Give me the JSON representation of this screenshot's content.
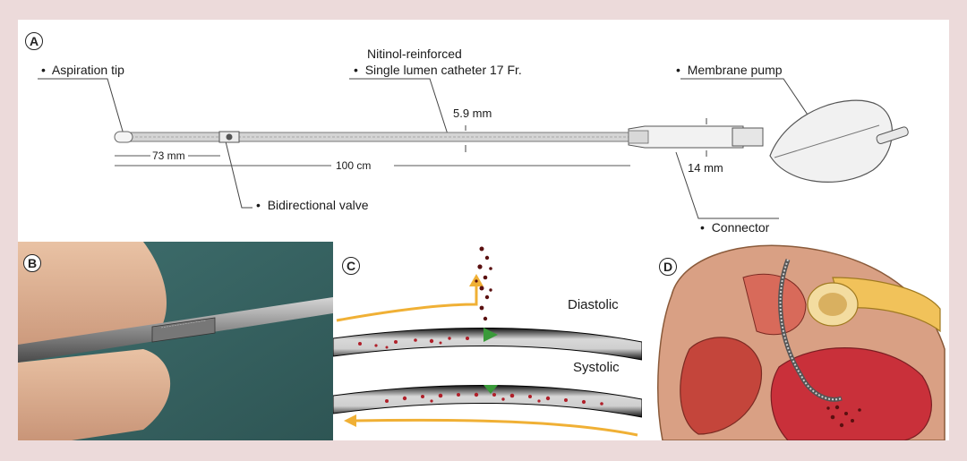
{
  "panels": {
    "a": {
      "letter": "A",
      "labels": {
        "aspiration_tip": "Aspiration tip",
        "nitinol": "Nitinol-reinforced",
        "single_lumen": "Single lumen catheter 17 Fr.",
        "membrane_pump": "Membrane pump",
        "bidirectional_valve": "Bidirectional valve",
        "connector": "Connector"
      },
      "dimensions": {
        "tip_length": "73 mm",
        "catheter_length": "100 cm",
        "catheter_diameter": "5.9 mm",
        "connector_diameter": "14 mm"
      }
    },
    "b": {
      "letter": "B"
    },
    "c": {
      "letter": "C",
      "diastolic": "Diastolic",
      "systolic": "Systolic"
    },
    "d": {
      "letter": "D"
    }
  },
  "colors": {
    "background": "#ecdada",
    "arrow": "#f0b035",
    "valve": "#3a9a3a",
    "blood": "#b0202a"
  }
}
